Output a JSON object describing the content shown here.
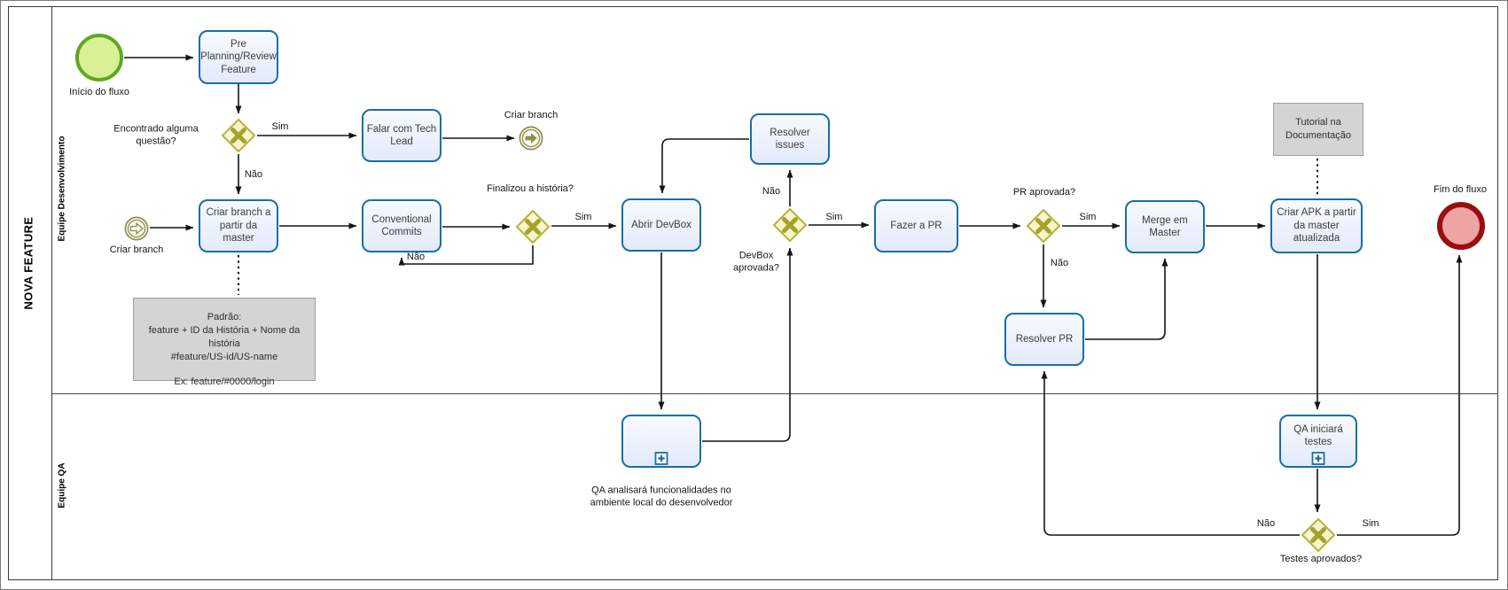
{
  "diagram": {
    "pool": "NOVA FEATURE",
    "lanes": [
      "Equipe Desenvolvimento",
      "Equipe QA"
    ]
  },
  "events": {
    "start": "Início do fluxo",
    "link_throw": "Criar branch",
    "link_catch": "Criar branch",
    "end": "Fim do fluxo"
  },
  "tasks": {
    "pre_planning": "Pre Planning/Review Feature",
    "falar_tech_lead": "Falar com Tech Lead",
    "criar_branch_master": "Criar branch a partir da master",
    "conventional_commits": "Conventional Commits",
    "abrir_devbox": "Abrir DevBox",
    "resolver_issues": "Resolver issues",
    "fazer_pr": "Fazer a PR",
    "resolver_pr": "Resolver PR",
    "merge_master": "Merge em Master",
    "criar_apk": "Criar APK a partir da master atualizada",
    "qa_analise_local": "QA analisará funcionalidades no ambiente local do desenvolvedor",
    "qa_iniciara_testes": "QA iniciará testes"
  },
  "gateways": {
    "encontrado_questao": "Encontrado alguma questão?",
    "finalizou_historia": "Finalizou a história?",
    "devbox_aprovada": "DevBox aprovada?",
    "pr_aprovada": "PR aprovada?",
    "testes_aprovados": "Testes aprovados?"
  },
  "flow_labels": {
    "sim": "Sim",
    "nao": "Não"
  },
  "annotations": {
    "branch_pattern": {
      "line1": "Padrão:",
      "line2": "feature + ID da História + Nome da história",
      "line3": "#feature/US-id/US-name",
      "line4": "Ex: feature/#0000/login"
    },
    "tutorial": "Tutorial na Documentação"
  },
  "colors": {
    "task_border": "#166fa5",
    "task_fill": "#e9effc",
    "gateway_border": "#b6b33e",
    "gateway_fill": "#f7f5cd",
    "gateway_marker": "#a4a42c",
    "start_border": "#5fa722",
    "start_fill": "#d9f194",
    "end_border": "#9b0e0e",
    "end_fill": "#efa4a4",
    "link_border": "#8d8d4e",
    "annotation_fill": "#d4d4d4"
  }
}
